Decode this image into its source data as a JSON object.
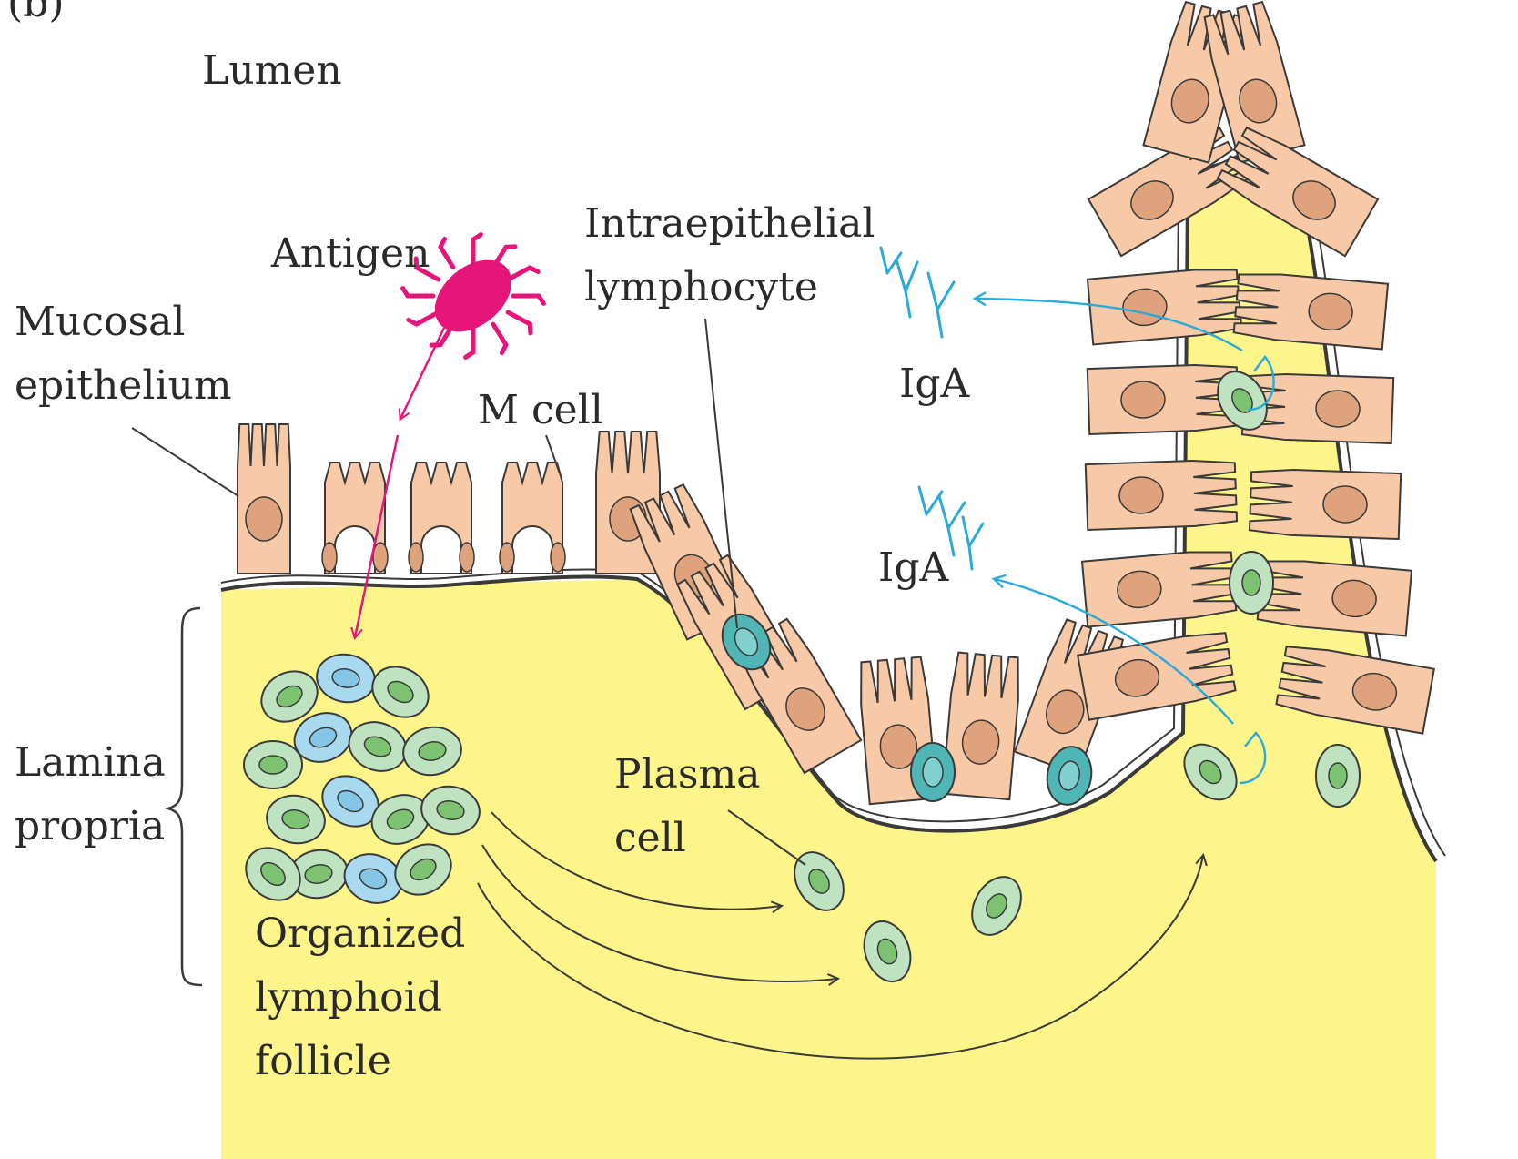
{
  "panel_label": "(b)",
  "labels": {
    "lumen": "Lumen",
    "antigen": "Antigen",
    "mucosal_1": "Mucosal",
    "mucosal_2": "epithelium",
    "m_cell": "M cell",
    "intraepithelial_1": "Intraepithelial",
    "intraepithelial_2": "lymphocyte",
    "iga_upper": "IgA",
    "iga_lower": "IgA",
    "lamina_1": "Lamina",
    "lamina_2": "propria",
    "plasma_1": "Plasma",
    "plasma_2": "cell",
    "follicle_1": "Organized",
    "follicle_2": "lymphoid",
    "follicle_3": "follicle"
  },
  "colors": {
    "lamina_propria": "#fdf58a",
    "epithelial_cell": "#f8c9a6",
    "nucleus": "#dea27c",
    "antigen": "#e5157a",
    "iga_arrow": "#2aa9dc",
    "plasma_cell": "#bfe3c0",
    "plasma_nucleus": "#7cc271",
    "b_cell": "#a9d9ee",
    "iel": "#4fb5b5",
    "outline": "#3a3a3a"
  }
}
